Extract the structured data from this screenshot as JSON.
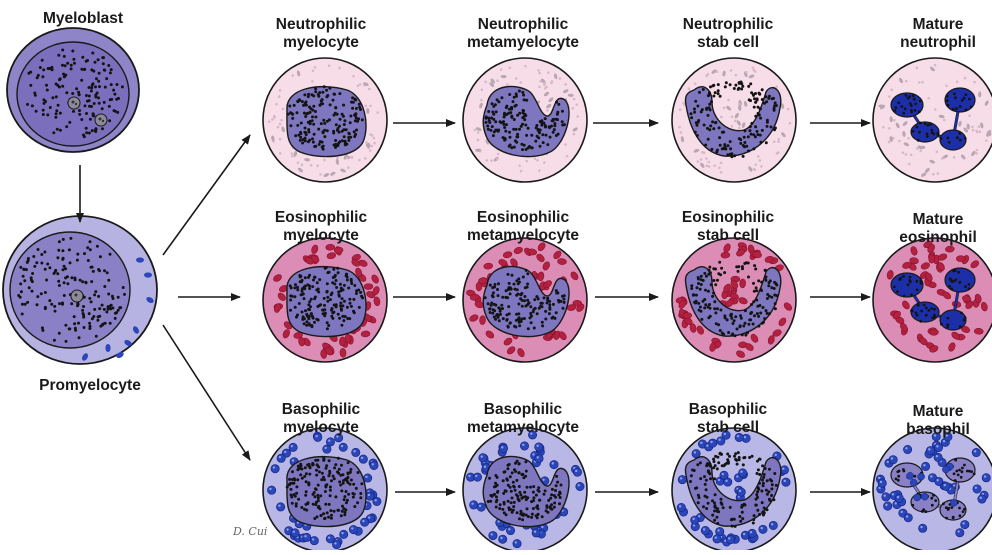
{
  "colors": {
    "myeloblast_outer": "#8d85c7",
    "myeloblast_inner": "#7b6fbd",
    "promyelocyte_outer": "#b6b3e3",
    "promyelocyte_nucleus": "#8a80c6",
    "neutrophil_cytoplasm": "#f7dde8",
    "neutrophil_granule": "#b9a6b2",
    "eosinophil_cytoplasm": "#dc8db5",
    "eosinophil_granule": "#b32040",
    "basophil_cytoplasm": "#b9b7e6",
    "basophil_granule": "#2b46b9",
    "myelocyte_nucleus": "#7e76bf",
    "mature_nucleus": "#1c2fa8",
    "outline": "#1a1a1a"
  },
  "labels": {
    "myeloblast": [
      "Myeloblast"
    ],
    "promyelocyte": [
      "Promyelocyte"
    ],
    "neut_myelocyte": [
      "Neutrophilic",
      "myelocyte"
    ],
    "neut_metamyelocyte": [
      "Neutrophilic",
      "metamyelocyte"
    ],
    "neut_stab": [
      "Neutrophilic",
      "stab cell"
    ],
    "neut_mature": [
      "Mature",
      "neutrophil"
    ],
    "eos_myelocyte": [
      "Eosinophilic",
      "myelocyte"
    ],
    "eos_metamyelocyte": [
      "Eosinophilic",
      "metamyelocyte"
    ],
    "eos_stab": [
      "Eosinophilic",
      "stab cell"
    ],
    "eos_mature": [
      "Mature",
      "eosinophil"
    ],
    "baso_myelocyte": [
      "Basophilic",
      "myelocyte"
    ],
    "baso_metamyelocyte": [
      "Basophilic",
      "metamyelocyte"
    ],
    "baso_stab": [
      "Basophilic",
      "stab cell"
    ],
    "baso_mature": [
      "Mature",
      "basophil"
    ]
  },
  "signature": "D. Cui"
}
